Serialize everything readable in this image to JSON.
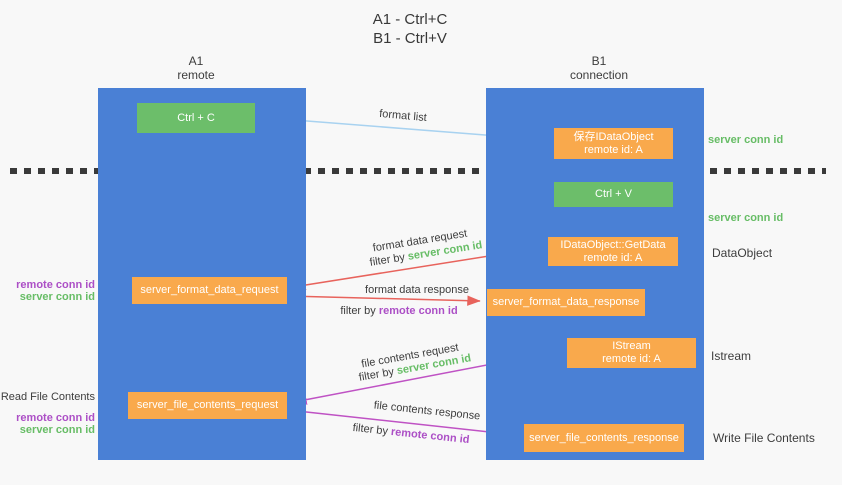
{
  "title": {
    "line1": "A1 - Ctrl+C",
    "line2": "B1 - Ctrl+V"
  },
  "lanes": {
    "left": {
      "id": "A1",
      "role": "remote"
    },
    "right": {
      "id": "B1",
      "role": "connection"
    }
  },
  "nodes": {
    "ctrl_c": {
      "label": "Ctrl + C"
    },
    "ctrl_v": {
      "label": "Ctrl + V"
    },
    "save_dataobject": {
      "line1": "保存IDataObject",
      "line2": "remote id: A"
    },
    "getdata": {
      "line1": "IDataObject::GetData",
      "line2": "remote id: A"
    },
    "istream": {
      "line1": "IStream",
      "line2": "remote id: A"
    },
    "format_request": {
      "label": "server_format_data_request"
    },
    "format_response": {
      "label": "server_format_data_response"
    },
    "file_request": {
      "label": "server_file_contents_request"
    },
    "file_response": {
      "label": "server_file_contents_response"
    }
  },
  "flow_labels": {
    "format_list": "format list",
    "format_data_request": "format data request",
    "format_data_response": "format data response",
    "file_contents_request": "file contents request",
    "file_contents_response": "file contents response",
    "filter_by": "filter by",
    "server_conn_id": "server conn id",
    "remote_conn_id": "remote conn id"
  },
  "side_labels": {
    "right": {
      "server_conn_id_top": "server conn id",
      "server_conn_id_mid": "server conn id",
      "dataobject": "DataObject",
      "istream": "Istream",
      "write_file_contents": "Write File Contents"
    },
    "left": {
      "remote_conn_id_top": "remote conn id",
      "server_conn_id_top": "server conn id",
      "read_file_contents": "Read File Contents",
      "remote_conn_id_bottom": "remote conn id",
      "server_conn_id_bottom": "server conn id"
    }
  },
  "colors": {
    "lane_blue": "#4a80d5",
    "node_green": "#6cbe6a",
    "node_orange": "#f9a94c",
    "arrow_red": "#e8635c",
    "arrow_magenta": "#bf52c4",
    "arrow_light_blue": "#a8d2f0",
    "arrow_black": "#262626",
    "text_green": "#67bd66",
    "text_purple": "#ac4fc6",
    "divider_dark": "#3a3a3a"
  }
}
